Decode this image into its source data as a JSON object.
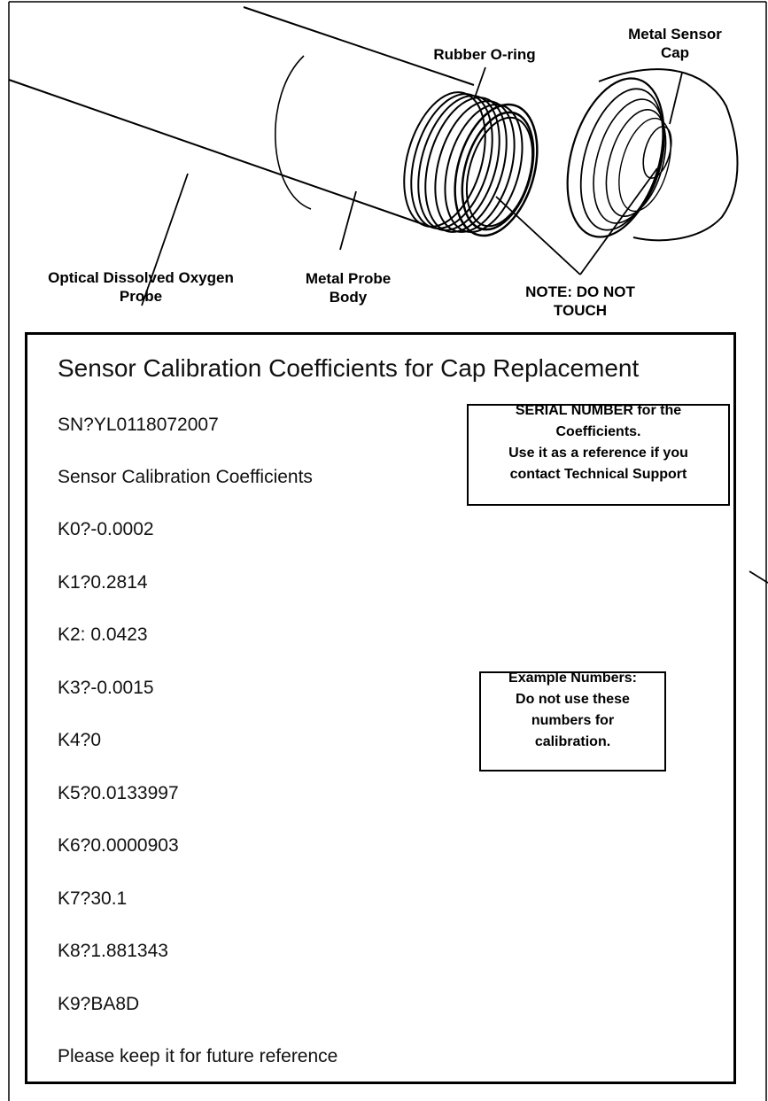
{
  "labels": {
    "oring": "Rubber O-ring",
    "sensor_cap_line1": "Metal Sensor",
    "sensor_cap_line2": "Cap",
    "odo_line1": "Optical Dissolved Oxygen",
    "odo_line2": "Probe",
    "body_line1": "Metal Probe",
    "body_line2": "Body",
    "note_line1": "NOTE: DO NOT",
    "note_line2": "TOUCH"
  },
  "card": {
    "title": "Sensor Calibration Coefficients for Cap Replacement",
    "serial": "SN?YL0118072007",
    "subtitle": "Sensor Calibration Coefficients",
    "coefficients": [
      "K0?-0.0002",
      "K1?0.2814",
      "K2: 0.0423",
      "K3?-0.0015",
      "K4?0",
      "K5?0.0133997",
      "K6?0.0000903",
      "K7?30.1",
      "K8?1.881343",
      "K9?BA8D"
    ],
    "footer": "Please keep it for future reference"
  },
  "callouts": {
    "serial": {
      "line1": "SERIAL NUMBER for the",
      "line2": "Coefficients.",
      "line3": "Use it as a reference if you",
      "line4": "contact Technical Support"
    },
    "example": {
      "line1": "Example Numbers:",
      "line2": "Do not use these",
      "line3": "numbers for",
      "line4": "calibration."
    }
  }
}
